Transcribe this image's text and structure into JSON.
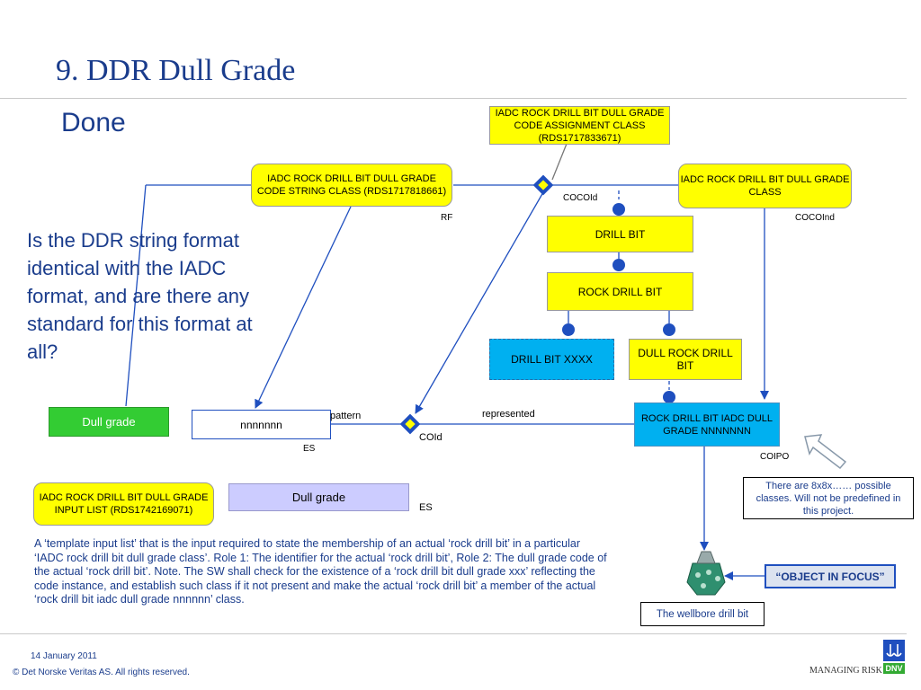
{
  "slide": {
    "title": "9. DDR Dull Grade",
    "subtitle": "Done",
    "question": "Is the DDR string format identical with the IADC format, and are there any standard for this format at all?"
  },
  "nodes": {
    "assignment_class": "IADC ROCK DRILL BIT DULL GRADE CODE ASSIGNMENT CLASS (RDS1717833671)",
    "code_string_class": "IADC ROCK DRILL BIT DULL GRADE CODE STRING CLASS (RDS1717818661)",
    "dull_grade_class": "IADC ROCK DRILL BIT DULL GRADE CLASS",
    "drill_bit": "DRILL BIT",
    "rock_drill_bit": "ROCK DRILL BIT",
    "drill_bit_xxxx": "DRILL BIT XXXX",
    "dull_rock_drill_bit": "DULL ROCK DRILL BIT",
    "nnnnnnn_iadc": "ROCK DRILL BIT IADC DULL GRADE NNNNNNN",
    "dull_grade_green": "Dull grade",
    "nnnnnnn": "nnnnnnn",
    "input_list": "IADC ROCK DRILL BIT DULL GRADE INPUT LIST (RDS1742169071)",
    "dull_grade_lavender": "Dull grade",
    "possible_classes": "There are 8x8x…… possible classes. Will not be predefined in this project.",
    "object_in_focus": "“OBJECT IN FOCUS”",
    "wellbore_drill_bit": "The wellbore drill bit"
  },
  "labels": {
    "rf": "RF",
    "cocoid": "COCOId",
    "cocoind": "COCOInd",
    "pattern": "pattern",
    "represented": "represented",
    "coid": "COId",
    "es1": "ES",
    "es2": "ES",
    "coipo": "COIPO"
  },
  "description": "A ‘template input list’ that is the input required to state the membership of an actual  ‘rock drill bit’ in a particular ‘IADC rock drill bit dull grade class’. Role 1: The identifier for the actual ‘rock drill bit’, Role 2: The dull grade code of the actual ‘rock drill bit’. Note. The SW shall check for the existence of a ‘rock drill bit dull grade xxx’ reflecting the code instance, and establish such class if it not present and make the actual ‘rock drill bit’ a member of the actual ‘rock drill bit iadc dull grade nnnnnn’ class.",
  "footer": {
    "date": "14 January 2011",
    "copyright": "© Det Norske Veritas AS. All rights reserved.",
    "tagline": "MANAGING RISK",
    "logo_text": "DNV"
  },
  "colors": {
    "title": "#1a3c8c",
    "yellow": "#ffff00",
    "cyan": "#00b0f0",
    "green": "#33cc33",
    "lavender": "#ccccff",
    "line": "#1f4fbf"
  }
}
